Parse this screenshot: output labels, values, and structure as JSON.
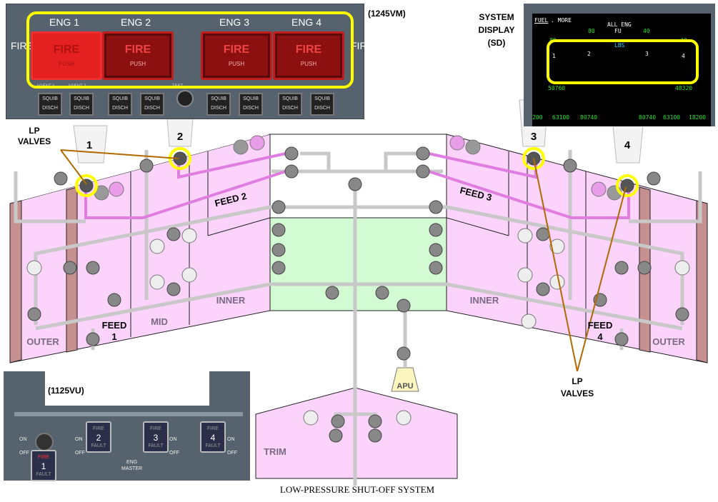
{
  "fire_panel": {
    "id_label": "(1245VM)",
    "side_label": "FIRE",
    "engines": [
      {
        "label": "ENG 1",
        "fire": "FIRE",
        "push": "PUSH",
        "guard_open": true
      },
      {
        "label": "ENG 2",
        "fire": "FIRE",
        "push": "PUSH",
        "guard_open": false
      },
      {
        "label": "ENG 3",
        "fire": "FIRE",
        "push": "PUSH",
        "guard_open": false
      },
      {
        "label": "ENG 4",
        "fire": "FIRE",
        "push": "PUSH",
        "guard_open": false
      }
    ],
    "agent1": "AGENT 1",
    "agent2": "AGENT 2",
    "test": "TEST",
    "squib": "SQUIB",
    "disch": "DISCH"
  },
  "system_display": {
    "label_line1": "SYSTEM",
    "label_line2": "DISPLAY",
    "label_line3": "(SD)",
    "page": "FUEL",
    "more": ". MORE",
    "all_eng": "ALL ENG",
    "fu": "FU",
    "units": "LBS",
    "fu_values": [
      "80",
      "40",
      "80",
      "40"
    ],
    "engine_numbers": [
      "1",
      "2",
      "3",
      "4"
    ],
    "quantities_upper": [
      "50760",
      "48320"
    ],
    "quantities_lower": [
      "200",
      "63100",
      "80740",
      "80740",
      "63100",
      "18200"
    ]
  },
  "diagram": {
    "title": "LOW-PRESSURE SHUT-OFF SYSTEM",
    "engine_labels": [
      "1",
      "2",
      "3",
      "4"
    ],
    "lp_valves_left": [
      "LP",
      "VALVES"
    ],
    "lp_valves_right": [
      "LP",
      "VALVES"
    ],
    "tanks": {
      "outer_left": "OUTER",
      "feed1": [
        "FEED",
        "1"
      ],
      "mid": "MID",
      "inner_left": "INNER",
      "feed2": "FEED 2",
      "feed3": "FEED 3",
      "inner_right": "INNER",
      "feed4": [
        "FEED",
        "4"
      ],
      "outer_right": "OUTER",
      "trim": "TRIM",
      "apu": "APU"
    },
    "colors": {
      "tank": "#fbd3fb",
      "center": "#d3fbd3",
      "highlight": "#ffff00",
      "feed_line": "#e07de0",
      "pipe": "#c8c8c8"
    }
  },
  "eng_master_panel": {
    "id_label": "(1125VU)",
    "on": "ON",
    "off": "OFF",
    "caption": [
      "ENG",
      "MASTER"
    ],
    "switches": [
      {
        "number": "1",
        "fire": "FIRE",
        "fault": "FAULT",
        "fire_lit": true
      },
      {
        "number": "2",
        "fire": "FIRE",
        "fault": "FAULT",
        "fire_lit": false
      },
      {
        "number": "3",
        "fire": "FIRE",
        "fault": "FAULT",
        "fire_lit": false
      },
      {
        "number": "4",
        "fire": "FIRE",
        "fault": "FAULT",
        "fire_lit": false
      }
    ]
  }
}
